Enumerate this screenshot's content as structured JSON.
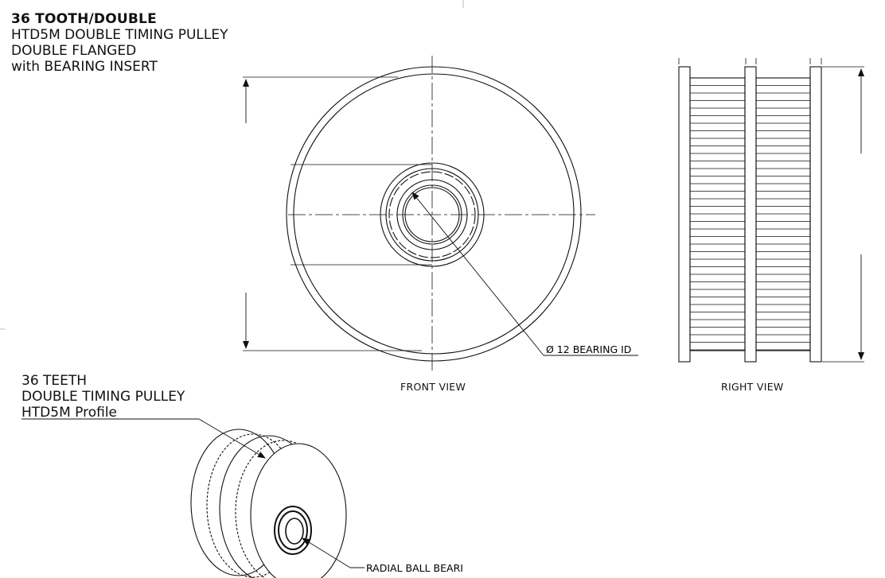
{
  "title": {
    "line1": "36 TOOTH/DOUBLE",
    "line2": "HTD5M DOUBLE TIMING PULLEY",
    "line3": "DOUBLE FLANGED",
    "line4": "with BEARING INSERT"
  },
  "iso_note": {
    "line1": "36 TEETH",
    "line2": "DOUBLE TIMING PULLEY",
    "line3": "HTD5M Profile"
  },
  "views": {
    "front": "FRONT VIEW",
    "right": "RIGHT VIEW"
  },
  "callouts": {
    "bearing_id": "Ø 12 BEARING ID",
    "radial_bearing": "RADIAL BALL BEARI"
  }
}
